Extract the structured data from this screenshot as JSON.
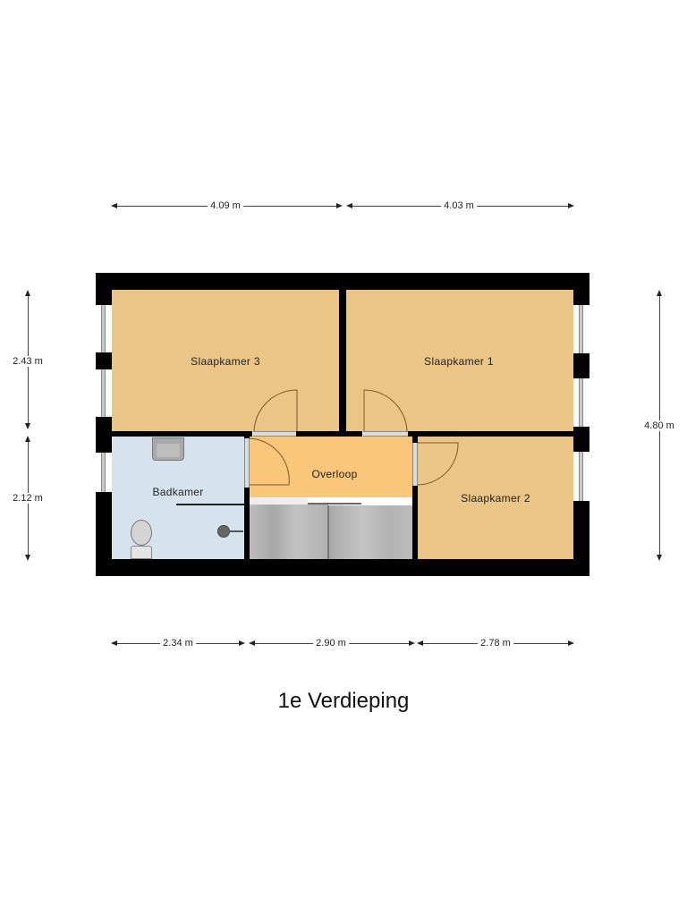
{
  "floor_title": "1e Verdieping",
  "colors": {
    "wall": "#000000",
    "bedroom": "#ebc585",
    "landing": "#f9c67a",
    "bathroom": "#d6e2ee",
    "stairs": "#b4b4b4",
    "door_line": "#7a5a2a"
  },
  "rooms": [
    {
      "id": "slaapkamer-3",
      "label": "Slaapkamer 3"
    },
    {
      "id": "slaapkamer-1",
      "label": "Slaapkamer 1"
    },
    {
      "id": "slaapkamer-2",
      "label": "Slaapkamer 2"
    },
    {
      "id": "badkamer",
      "label": "Badkamer"
    },
    {
      "id": "overloop",
      "label": "Overloop"
    }
  ],
  "dimensions": {
    "top": [
      "4.09 m",
      "4.03 m"
    ],
    "bottom": [
      "2.34 m",
      "2.90 m",
      "2.78 m"
    ],
    "left": [
      "2.43 m",
      "2.12 m"
    ],
    "right": [
      "4.80 m"
    ]
  },
  "fixtures": [
    "sink",
    "toilet",
    "shower-head",
    "shower-screen",
    "staircase"
  ]
}
